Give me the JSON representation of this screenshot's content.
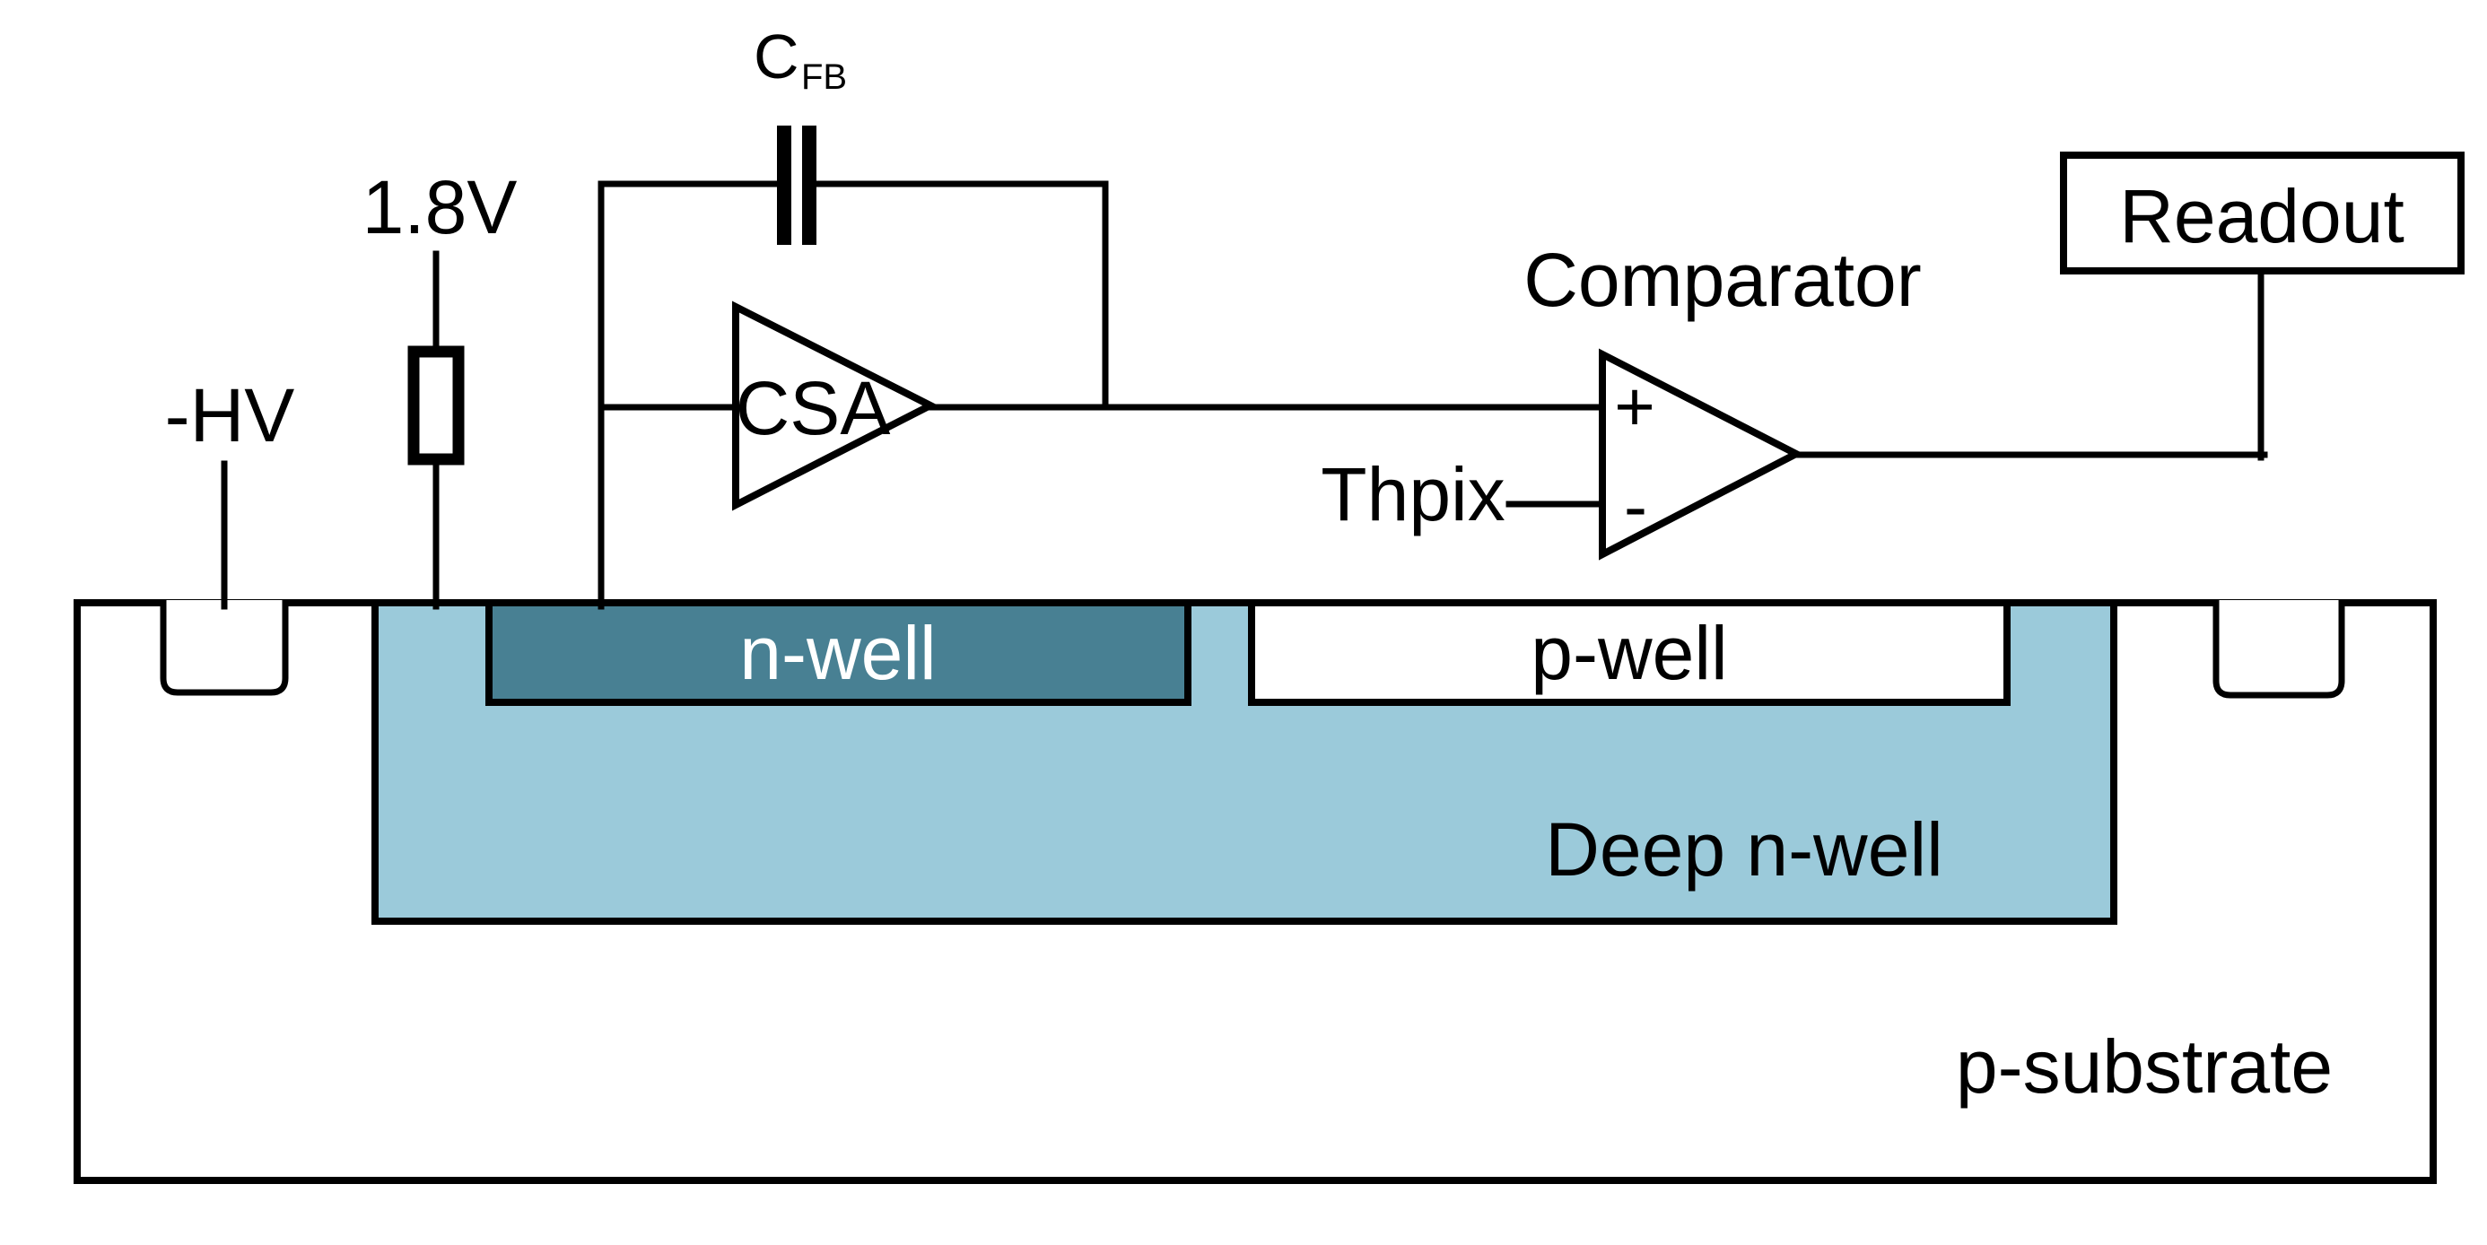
{
  "diagram": {
    "type": "pixel-sensor-cross-section-schematic",
    "labels": {
      "hv": "-HV",
      "bias_voltage": "1.8V",
      "cfb_main": "C",
      "cfb_sub": "FB",
      "csa": "CSA",
      "comparator": "Comparator",
      "plus_input": "+",
      "minus_input": "-",
      "threshold": "Thpix",
      "readout": "Readout",
      "nwell": "n-well",
      "pwell": "p-well",
      "deep_nwell": "Deep n-well",
      "psubstrate": "p-substrate"
    },
    "colors": {
      "background": "#FFFFFF",
      "line": "#000000",
      "nwell_fill": "#488093",
      "nwell_text": "#FFFFFF",
      "deep_nwell_fill": "#9BCADA",
      "pwell_fill": "#FFFFFF",
      "substrate_fill": "#FFFFFF",
      "label_text": "#000000"
    }
  }
}
